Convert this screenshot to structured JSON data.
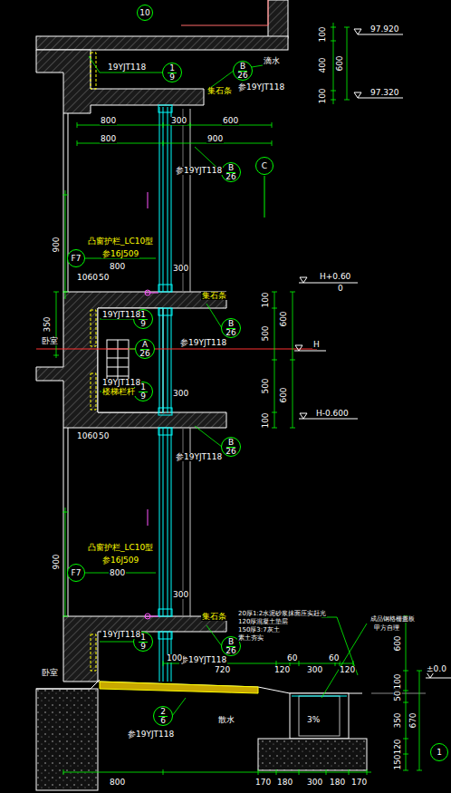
{
  "diagram": {
    "nodes": [
      {
        "text": [
          "10"
        ]
      },
      {
        "text": [
          "1",
          "9"
        ]
      },
      {
        "text": [
          "B",
          "26"
        ]
      },
      {
        "text": [
          "C"
        ]
      },
      {
        "text": [
          "B",
          "26"
        ]
      },
      {
        "text": [
          "F7"
        ]
      },
      {
        "text": [
          "1",
          "9"
        ]
      },
      {
        "text": [
          "B",
          "26"
        ]
      },
      {
        "text": [
          "A",
          "26"
        ]
      },
      {
        "text": [
          "1",
          "9"
        ]
      },
      {
        "text": [
          "B",
          "26"
        ]
      },
      {
        "text": [
          "F7"
        ]
      },
      {
        "text": [
          "1",
          "9"
        ]
      },
      {
        "text": [
          "B",
          "26"
        ]
      },
      {
        "text": [
          "2",
          "6"
        ]
      },
      {
        "text": [
          "1"
        ]
      }
    ],
    "labels": [
      "97.920",
      "97.320",
      "100",
      "400",
      "600",
      "100",
      "19YJT118",
      "滴水",
      "参19YJT118",
      "集石条",
      "800",
      "300",
      "600",
      "800",
      "900",
      "参19YJT118",
      "900",
      "凸窗护栏_LC10型",
      "参16J509",
      "800",
      "1060",
      "50",
      "300",
      "H+0.60",
      "0",
      "集石条",
      "350",
      "19YJT118",
      "参19YJT118",
      "100",
      "500",
      "600",
      "H",
      "卧室",
      "楼梯栏杆",
      "19YJT118",
      "300",
      "500",
      "600",
      "H-0.600",
      "100",
      "1060",
      "50",
      "参19YJT118",
      "900",
      "凸窗护栏_LC10型",
      "参16J509",
      "800",
      "300",
      "集石条",
      "20厚1:2水泥砂浆抹面压实赶光",
      "120厚混凝土垫层",
      "150厚3:7灰土",
      "素土夯实",
      "成品钢格栅盖板",
      "甲方自理",
      "19YJT118",
      "参19YJT118",
      "卧室",
      "100",
      "720",
      "120",
      "60",
      "300",
      "60",
      "120",
      "600",
      "500",
      "100",
      "50",
      "350",
      "670",
      "120",
      "150",
      "±0.0",
      "散水",
      "参19YJT118",
      "3%",
      "800",
      "170",
      "180",
      "300",
      "180",
      "170"
    ]
  }
}
